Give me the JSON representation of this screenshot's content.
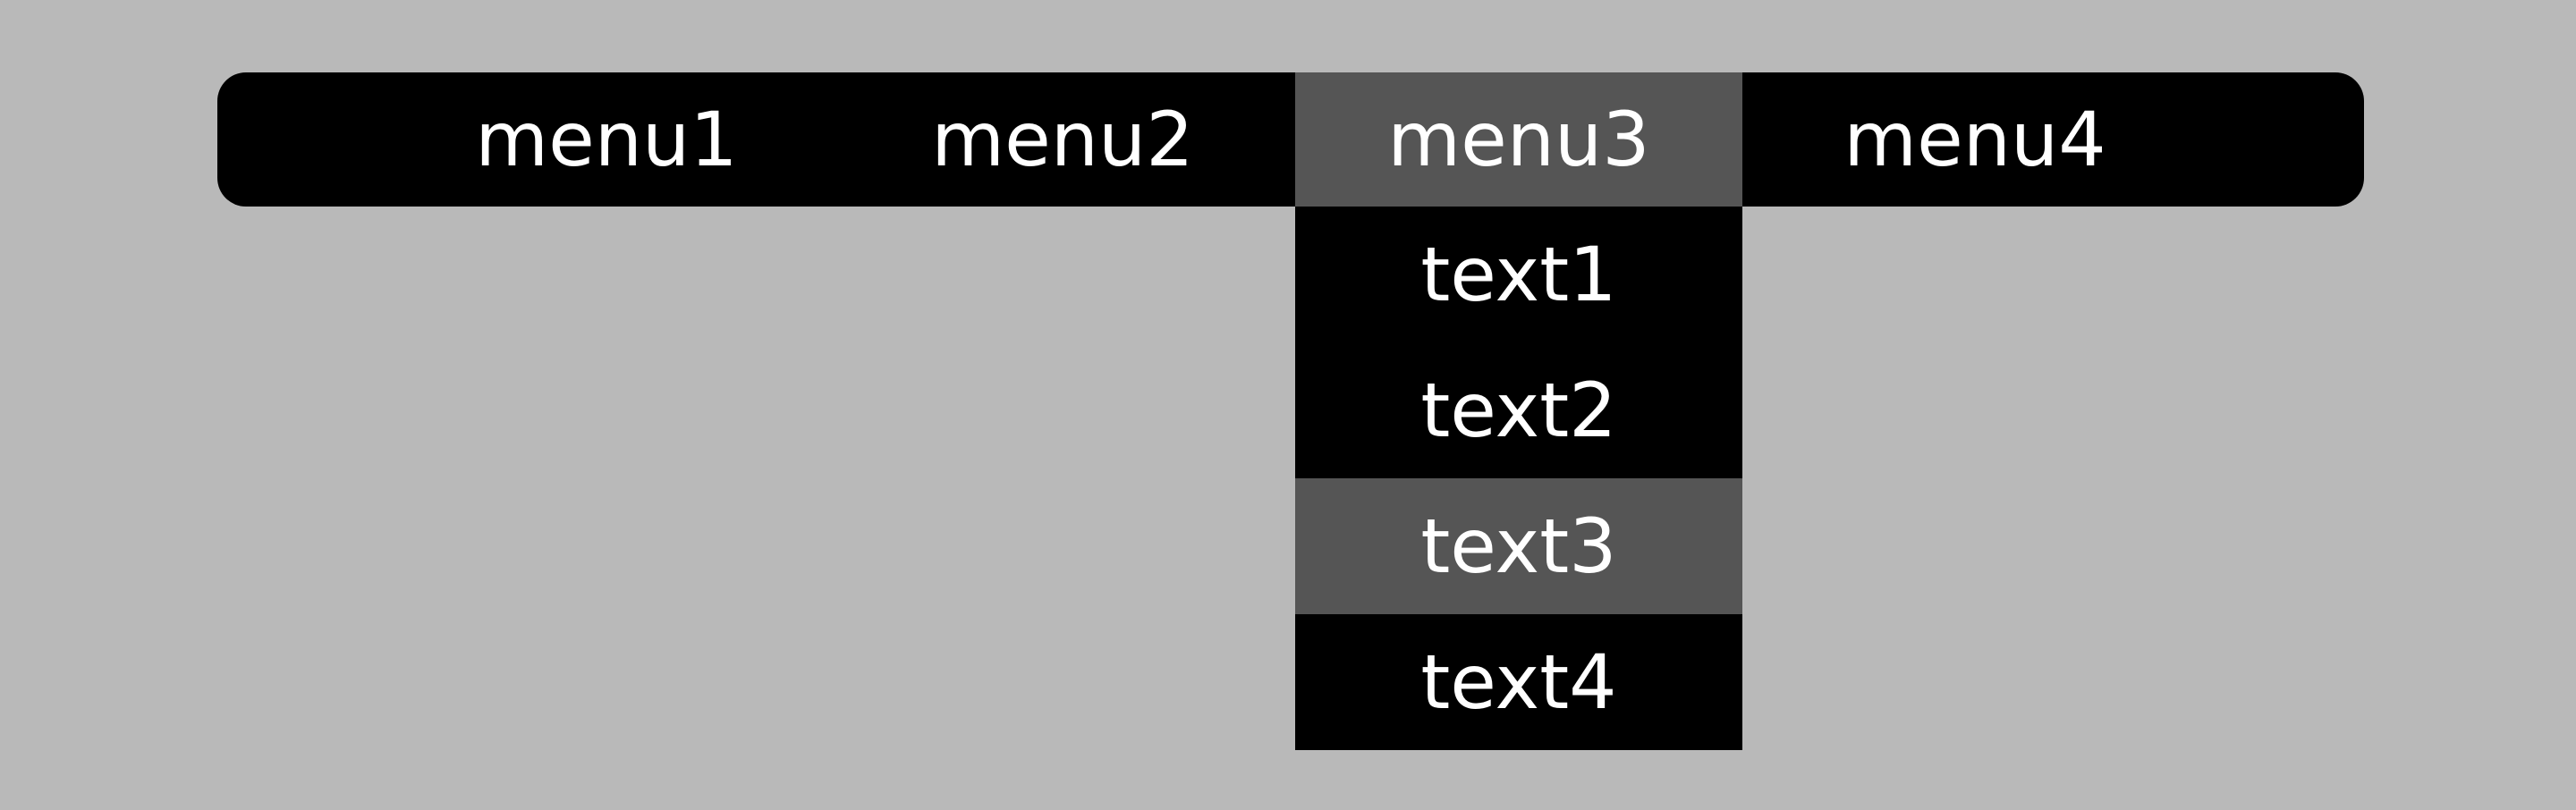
{
  "colors": {
    "background": "#b9b9b9",
    "bar": "#000000",
    "highlight": "#555555",
    "text": "#ffffff"
  },
  "menu_bar": {
    "items": [
      {
        "label": "menu1",
        "state": "normal"
      },
      {
        "label": "menu2",
        "state": "normal"
      },
      {
        "label": "menu3",
        "state": "highlighted-open"
      },
      {
        "label": "menu4",
        "state": "normal"
      }
    ]
  },
  "dropdown": {
    "parent": "menu3",
    "items": [
      {
        "label": "text1",
        "state": "normal"
      },
      {
        "label": "text2",
        "state": "normal"
      },
      {
        "label": "text3",
        "state": "highlighted"
      },
      {
        "label": "text4",
        "state": "normal"
      }
    ]
  }
}
